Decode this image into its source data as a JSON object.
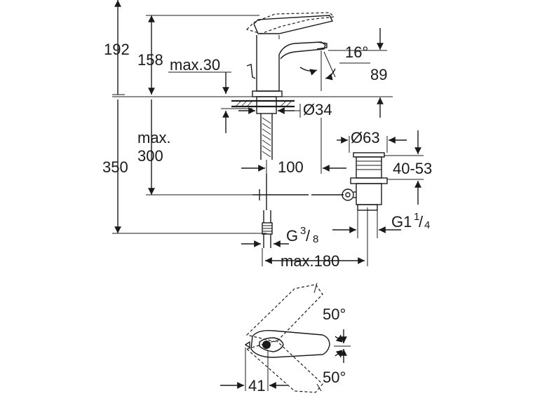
{
  "dimensions": {
    "total_height": "192",
    "tap_height": "158",
    "max_30": "max.30",
    "spout_angle": "16°",
    "spout_height": "89",
    "hole_diameter": "Ø34",
    "waste_diameter": "Ø63",
    "max_label": "max.",
    "max_300_value": "300",
    "under_height": "350",
    "spout_reach": "100",
    "waste_range": "40-53",
    "waste_thread_g": "G1",
    "waste_thread_num": "1",
    "waste_thread_den": "4",
    "inlet_thread_g": "G",
    "inlet_thread_num": "3",
    "inlet_thread_den": "8",
    "max_180": "max.180",
    "lever_angle_upper": "50°",
    "lever_angle_lower": "50°",
    "lever_offset": "41"
  }
}
